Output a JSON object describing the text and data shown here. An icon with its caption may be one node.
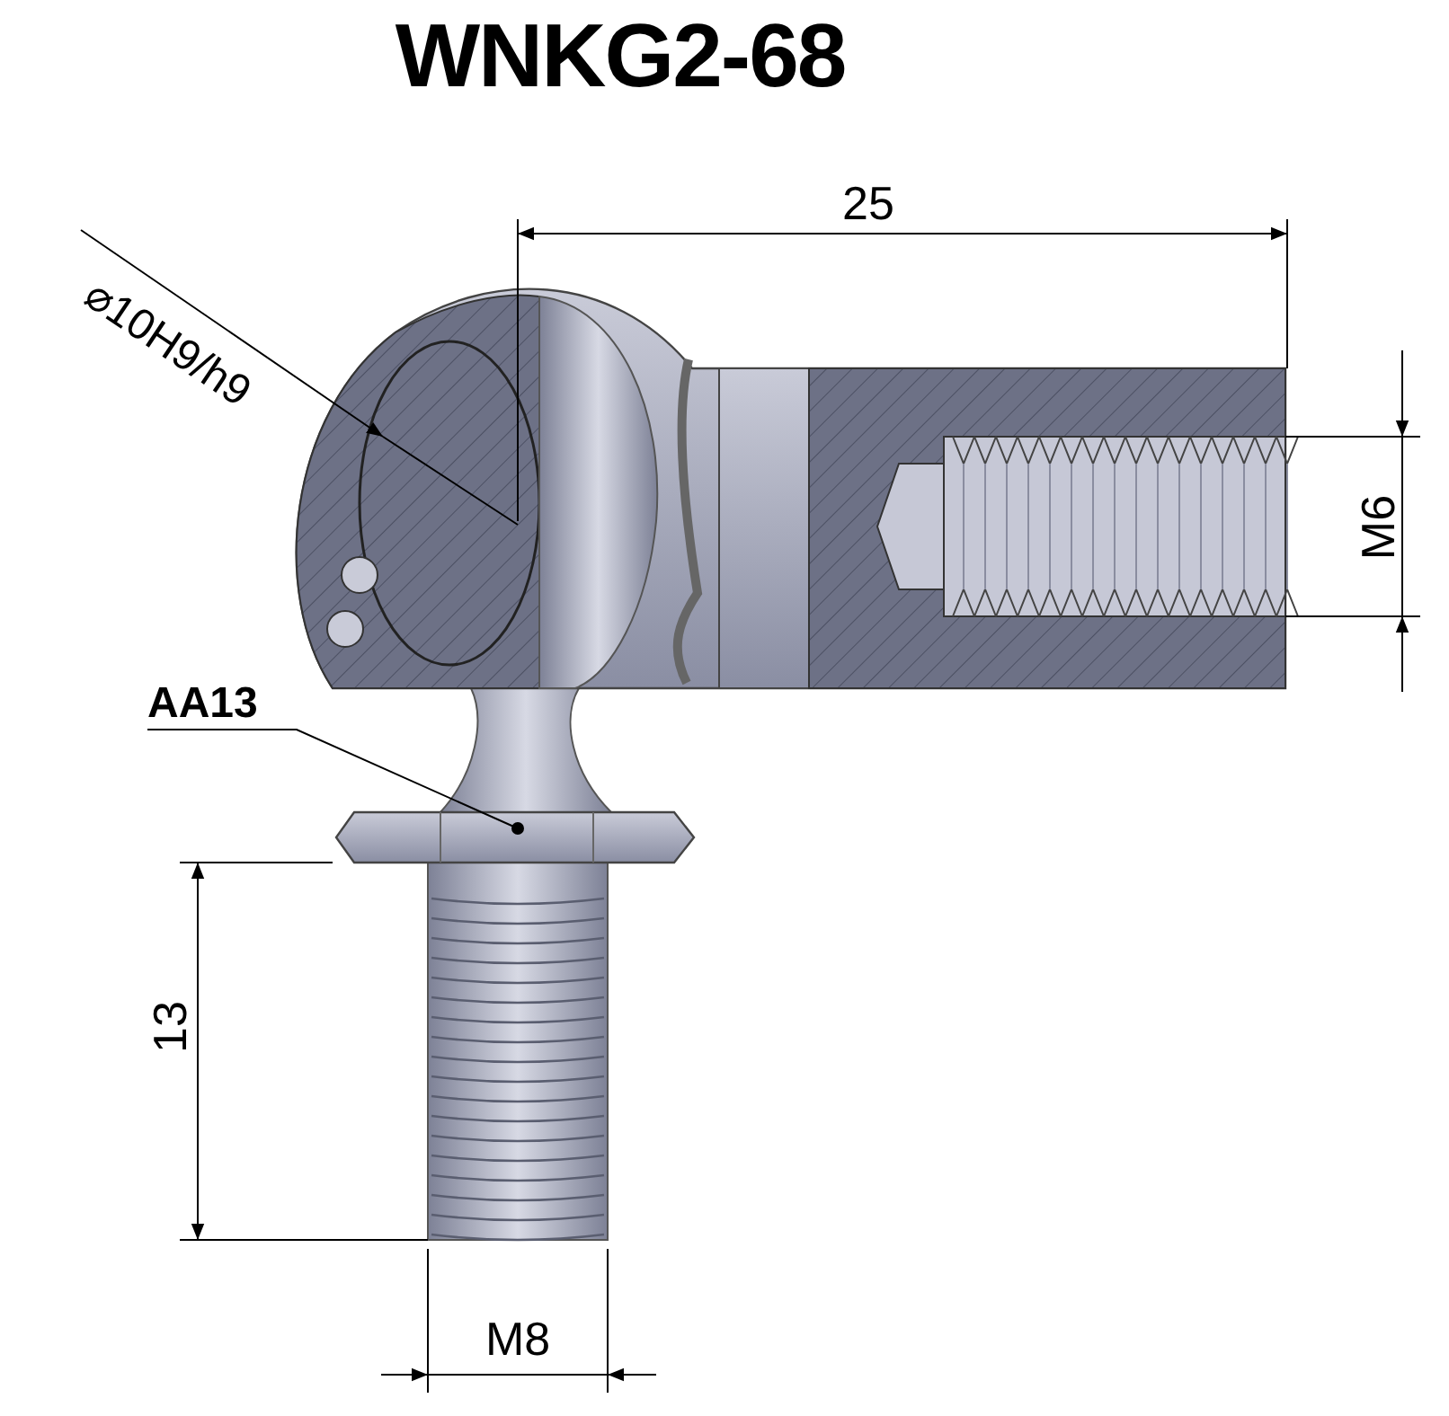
{
  "diagram": {
    "title": "WNKG2-68",
    "nodes": [
      {
        "text": [
          "AA13"
        ]
      },
      {
        "text": [],
        "shape": "picture"
      }
    ],
    "edges": [
      {
        "from": 0,
        "to": 1,
        "arrow": "other"
      }
    ],
    "labels": [
      "25",
      "⌀10H9/h9",
      "M6",
      "13",
      "M8"
    ]
  }
}
